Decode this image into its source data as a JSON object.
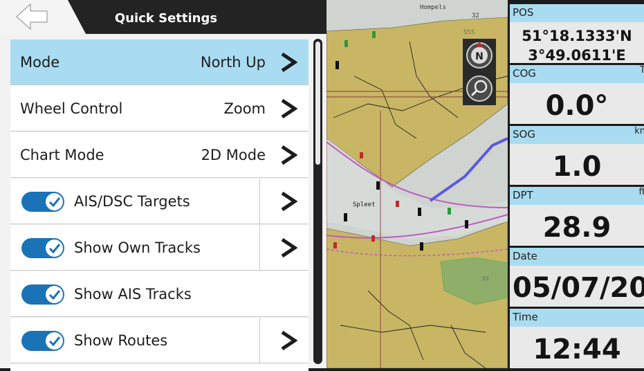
{
  "header": {
    "title": "Quick Settings",
    "back_icon": "back-arrow-icon"
  },
  "rows": [
    {
      "label": "Mode",
      "value": "North Up",
      "selected": true
    },
    {
      "label": "Wheel Control",
      "value": "Zoom"
    },
    {
      "label": "Chart Mode",
      "value": "2D Mode"
    }
  ],
  "toggles": [
    {
      "label": "AIS/DSC Targets",
      "checked": true,
      "has_submenu": true
    },
    {
      "label": "Show Own Tracks",
      "checked": true,
      "has_submenu": true
    },
    {
      "label": "Show AIS Tracks",
      "checked": true,
      "has_submenu": false
    },
    {
      "label": "Show Routes",
      "checked": true,
      "has_submenu": true
    }
  ],
  "chart": {
    "place_top": "Hompels",
    "place_mid": "Spleet",
    "num_top": "32",
    "north_icon": "north-up-compass-icon",
    "zoom_icon": "zoom-magnifier-icon"
  },
  "instruments": {
    "pos": {
      "label": "POS",
      "lat": "51°18.1333'N",
      "lon": "3°49.0611'E"
    },
    "cog": {
      "label": "COG",
      "unit": "T",
      "value": "0.0°"
    },
    "sog": {
      "label": "SOG",
      "unit": "kn",
      "value": "1.0"
    },
    "dpt": {
      "label": "DPT",
      "unit": "ft",
      "value": "28.9"
    },
    "date": {
      "label": "Date",
      "value": "05/07/20"
    },
    "time": {
      "label": "Time",
      "value": "12:44"
    }
  },
  "colors": {
    "accent": "#1a73b6",
    "selected_row": "#a9dcf1",
    "land": "#c8b664",
    "water": "#cfd4d0"
  }
}
